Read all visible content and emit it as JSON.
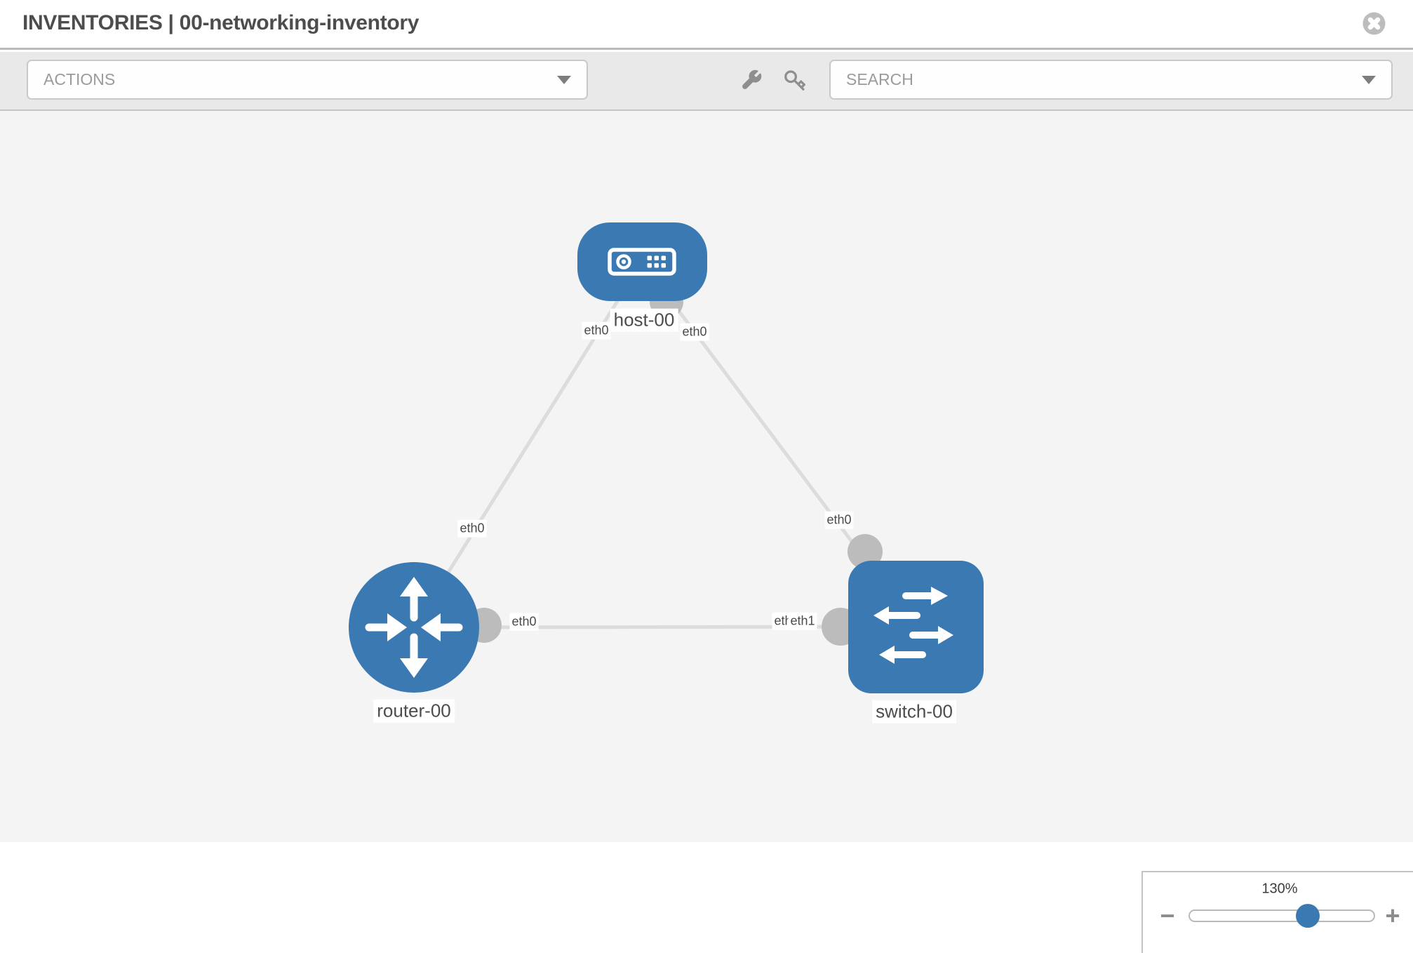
{
  "header": {
    "title": "INVENTORIES | 00-networking-inventory",
    "close_icon": "circle-x-icon"
  },
  "toolbar": {
    "actions_dropdown": {
      "placeholder": "ACTIONS"
    },
    "tool_icons": [
      "wrench-icon",
      "key-icon"
    ],
    "search_dropdown": {
      "placeholder": "SEARCH"
    }
  },
  "canvas": {
    "nodes": [
      {
        "id": "host-00",
        "label": "host-00",
        "type": "host",
        "icon": "host-icon"
      },
      {
        "id": "router-00",
        "label": "router-00",
        "type": "router",
        "icon": "router-icon"
      },
      {
        "id": "switch-00",
        "label": "switch-00",
        "type": "switch",
        "icon": "switch-icon"
      }
    ],
    "links": [
      {
        "source": "host-00",
        "source_label": "eth0",
        "target": "router-00",
        "target_label": "eth0"
      },
      {
        "source": "host-00",
        "source_label": "eth0",
        "target": "switch-00",
        "target_label": "eth0"
      },
      {
        "source": "router-00",
        "source_label": "eth0",
        "target": "switch-00",
        "target_label": "eth1",
        "target_label_occluded": "eth0"
      }
    ],
    "colors": {
      "node_fill": "#3a79b2",
      "link_stroke": "#dcdcdc",
      "endpoint_fill": "#bcbcbc",
      "canvas_bg": "#f4f4f4"
    }
  },
  "zoom_control": {
    "level": "130%",
    "minus_label": "−",
    "plus_label": "+"
  }
}
